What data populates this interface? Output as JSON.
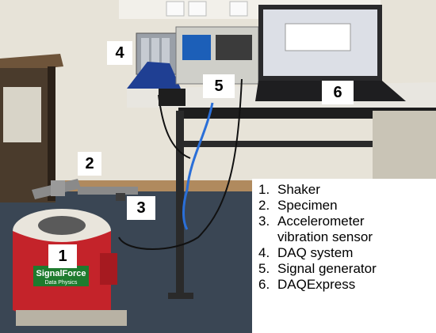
{
  "callouts": [
    "1",
    "2",
    "3",
    "4",
    "5",
    "6"
  ],
  "legend": [
    {
      "num": "1.",
      "text": "Shaker"
    },
    {
      "num": "2.",
      "text": "Specimen"
    },
    {
      "num": "3.",
      "text": "Accelerometer"
    },
    {
      "num": "",
      "text": "vibration sensor"
    },
    {
      "num": "4.",
      "text": "DAQ system"
    },
    {
      "num": "5.",
      "text": "Signal generator"
    },
    {
      "num": "6.",
      "text": "DAQExpress"
    }
  ],
  "shaker_label": "SignalForce",
  "shaker_sublabel": "Data Physics",
  "colors": {
    "wall": "#e7e3d8",
    "carpet": "#3a4654",
    "desk": "#4a3b2c",
    "table_top": "#e8e6e0",
    "shaker_red": "#c4232a",
    "shaker_top": "#e9e5dc",
    "generator": "#cfcfc9",
    "laptop": "#2a2a2c",
    "screen": "#dcdfe6"
  }
}
